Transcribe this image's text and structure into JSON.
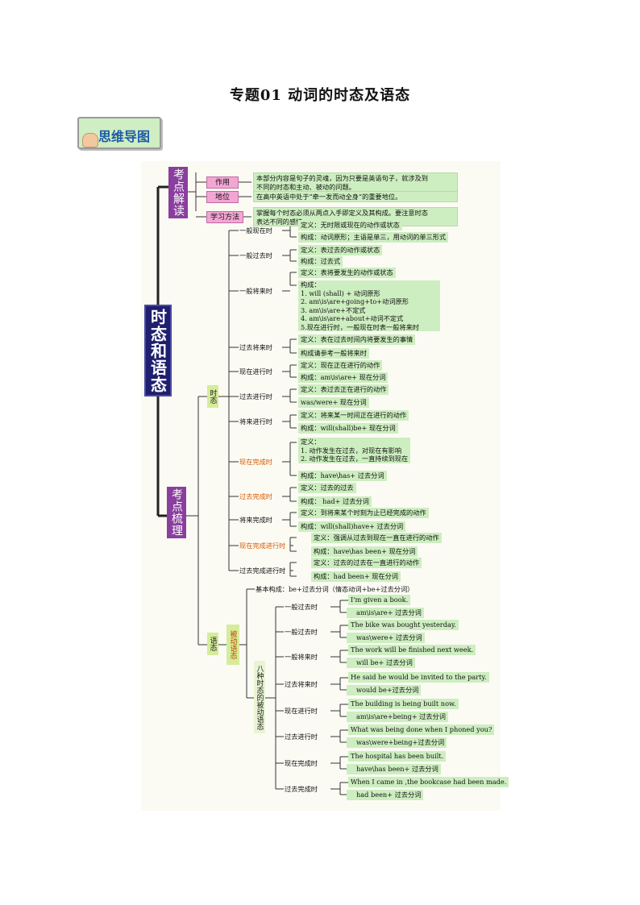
{
  "title": "专题01  动词的时态及语态",
  "badge": "思维导图",
  "root": "时态和语态",
  "sections": {
    "intro": "考点解读",
    "review": "考点梳理",
    "tense": "时态",
    "voice": "语态",
    "passive": "被动语态",
    "eight": "八种时态的被动语态"
  },
  "intro_items": [
    {
      "label": "作用",
      "text": [
        "本部分内容是句子的灵魂，因为只要是英语句子，就涉及到",
        "不同的时态和主动、被动的问题。"
      ]
    },
    {
      "label": "地位",
      "text": [
        "在高中英语中处于“牵一发而动全身”的重要地位。"
      ]
    },
    {
      "label": "学习方法",
      "text": [
        "掌握每个时态必须从两点入手即定义及其构成。要注意时态",
        "表达不同的感情。"
      ]
    }
  ],
  "tenses": [
    {
      "name": "一般现在时",
      "orange": false,
      "lines": [
        [
          "定义：无时限或现在的动作或状态"
        ],
        [
          "构成：动词原形；主语是单三，用动词的单三形式"
        ]
      ]
    },
    {
      "name": "一般过去时",
      "orange": false,
      "lines": [
        [
          "定义：表过去的动作或状态"
        ],
        [
          "构成：过去式"
        ]
      ]
    },
    {
      "name": "一般将来时",
      "orange": false,
      "lines": [
        [
          "定义：表将要发生的动作或状态"
        ],
        [
          "构成：",
          "1.  will    (shall)  + 动词原形",
          "2. am\\is\\are+going+to+动词原形",
          "3. am\\is\\are+不定式",
          "4. am\\is\\are+about+动词不定式",
          "5.现在进行时，一般现在时表一般将来时"
        ]
      ]
    },
    {
      "name": "过去将来时",
      "orange": false,
      "lines": [
        [
          "定义：表在过去时间内将要发生的事情"
        ],
        [
          "构成请参考一般将来时"
        ]
      ]
    },
    {
      "name": "现在进行时",
      "orange": false,
      "lines": [
        [
          "定义：现在正在进行的动作"
        ],
        [
          "构成：am\\is\\are+ 现在分词"
        ]
      ]
    },
    {
      "name": "过去进行时",
      "orange": false,
      "lines": [
        [
          "定义：表过去正在进行的动作"
        ],
        [
          "was/were+ 现在分词"
        ]
      ]
    },
    {
      "name": "将来进行时",
      "orange": false,
      "lines": [
        [
          "定义：将来某一时间正在进行的动作"
        ],
        [
          "构成：will(shall)be+ 现在分词"
        ]
      ]
    },
    {
      "name": "现在完成时",
      "orange": true,
      "lines": [
        [
          "定义：",
          "  1. 动作发生在过去，对现在有影响",
          "  2. 动作发生在过去，一直持续到现在"
        ],
        [
          "构成：have\\has+ 过去分词"
        ]
      ]
    },
    {
      "name": "过去完成时",
      "orange": true,
      "lines": [
        [
          "定义：过去的过去"
        ],
        [
          "构成：  had+  过去分词"
        ]
      ]
    },
    {
      "name": "将来完成时",
      "orange": false,
      "lines": [
        [
          "定义：到将来某个时刻为止已经完成的动作"
        ],
        [
          "构成：will(shall)have+ 过去分词"
        ]
      ]
    },
    {
      "name": "现在完成进行时",
      "orange": true,
      "lines": [
        [
          "定义：强调从过去到现在一直在进行的动作"
        ],
        [
          "构成：have\\has been+ 现在分词"
        ]
      ]
    },
    {
      "name": "过去完成进行时",
      "orange": false,
      "lines": [
        [
          "定义：过去的过去在一直进行的动作"
        ],
        [
          "构成：had been+ 现在分词"
        ]
      ]
    }
  ],
  "basic": "基本构成：be+过去分词（情态动词+be+过去分词）",
  "passives": [
    {
      "name": "一般过去时",
      "example": "I'm given a book.",
      "form": "am\\is\\are+ 过去分词"
    },
    {
      "name": "一般过去时",
      "example": "The bike was bought yesterday.",
      "form": "was\\were+ 过去分词"
    },
    {
      "name": "一般将来时",
      "example": "The work will be finished next week.",
      "form": "will be+ 过去分词"
    },
    {
      "name": "过去将来时",
      "example": "He said he would be invited to the party.",
      "form": "would be+过去分词"
    },
    {
      "name": "现在进行时",
      "example": "The building is being built now.",
      "form": "am\\is\\are+being+ 过去分词"
    },
    {
      "name": "过去进行时",
      "example": "What was being done when I phoned you?",
      "form": "was\\were+being+过去分词"
    },
    {
      "name": "现在完成时",
      "example": "The hospital has been built.",
      "form": "have\\has been+ 过去分词"
    },
    {
      "name": "过去完成时",
      "example": "When I came in ,the bookcase had been made.",
      "form": "had been+ 过去分词"
    }
  ],
  "colors": {
    "root": "#1e1f6e",
    "section": "#8a3f9e",
    "pink": "#f3a6d3",
    "green": "#cdeec0",
    "yellow": "#d6ec9a",
    "orange": "#d85a00"
  }
}
